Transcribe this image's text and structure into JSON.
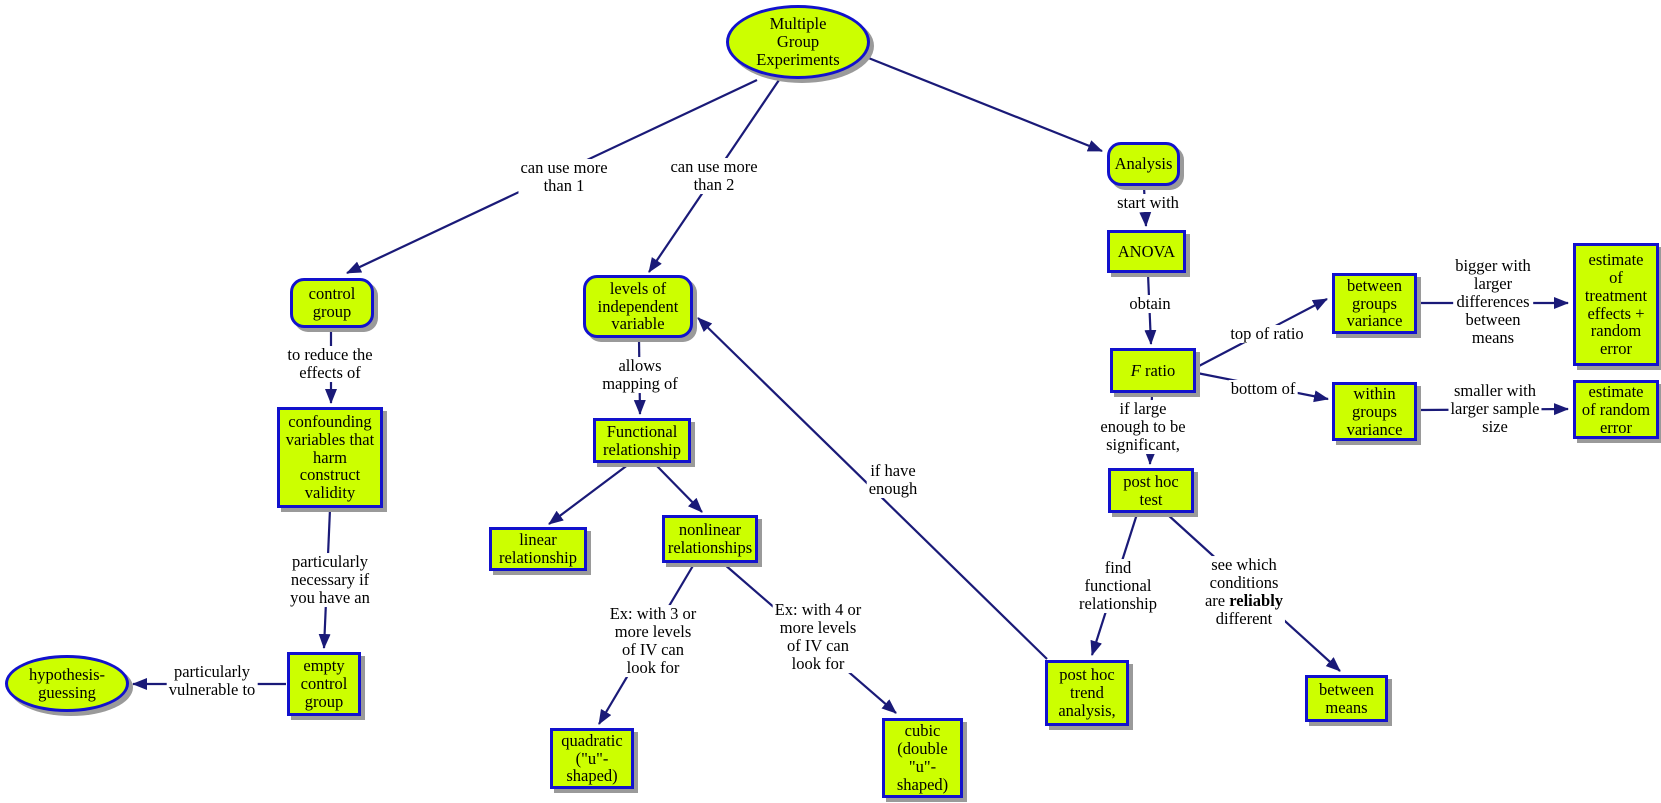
{
  "diagram": {
    "colors": {
      "node_fill": "#ccff00",
      "node_border": "#1212cc",
      "edge_color": "#1a1a78",
      "shadow": "#9a9a9a",
      "background": "#ffffff",
      "text": "#000000"
    },
    "nodes": {
      "mge": {
        "label": "Multiple\nGroup\nExperiments"
      },
      "control_group": {
        "label": "control\ngroup"
      },
      "confounding": {
        "label": "confounding\nvariables that\nharm\nconstruct\nvalidity"
      },
      "empty_control": {
        "label": "empty\ncontrol\ngroup"
      },
      "hypothesis_guessing": {
        "label": "hypothesis-\nguessing"
      },
      "levels_iv": {
        "label": "levels of\nindependent\nvariable"
      },
      "functional": {
        "label": "Functional\nrelationship"
      },
      "linear": {
        "label": "linear\nrelationship"
      },
      "nonlinear": {
        "label": "nonlinear\nrelationships"
      },
      "quadratic": {
        "label": "quadratic\n(\"u\"-\nshaped)"
      },
      "cubic": {
        "label": "cubic\n(double\n\"u\"-\nshaped)"
      },
      "analysis": {
        "label": "Analysis"
      },
      "anova": {
        "label": "ANOVA"
      },
      "f_ratio": {
        "italic": "F",
        "rest": " ratio"
      },
      "post_hoc_test": {
        "label": "post hoc\ntest"
      },
      "post_hoc_trend": {
        "label": "post hoc\ntrend\nanalysis,"
      },
      "between_means": {
        "label": "between\nmeans"
      },
      "between_groups_variance": {
        "label": "between\ngroups\nvariance"
      },
      "estimate_treatment": {
        "label": "estimate\nof\ntreatment\neffects +\nrandom\nerror"
      },
      "within_groups_variance": {
        "label": "within\ngroups\nvariance"
      },
      "estimate_random": {
        "label": "estimate\nof random\nerror"
      }
    },
    "edge_labels": {
      "can_use_1": "can use more\nthan 1",
      "can_use_2": "can use more\nthan 2",
      "to_reduce": "to reduce the\neffects of",
      "allows_mapping": "allows\nmapping of",
      "ex3": "Ex: with 3 or\nmore levels\nof IV can\nlook for",
      "ex4": "Ex: with 4 or\nmore levels\nof IV can\nlook for",
      "if_have_enough": "if have\nenough",
      "particularly_necessary": "particularly\nnecessary if\nyou have an",
      "particularly_vulnerable": "particularly\nvulnerable to",
      "start_with": "start with",
      "obtain": "obtain",
      "top_of_ratio": "top of ratio",
      "bottom_of": "bottom of",
      "if_large": "if large\nenough to be\nsignificant,",
      "find_functional": "find\nfunctional\nrelationship",
      "see_which": {
        "pre": "see which\nconditions\nare ",
        "bold": "reliably",
        "post": "\ndifferent"
      },
      "bigger_with": "bigger with\nlarger\ndifferences\nbetween\nmeans",
      "smaller_with": "smaller with\nlarger sample\nsize"
    }
  }
}
